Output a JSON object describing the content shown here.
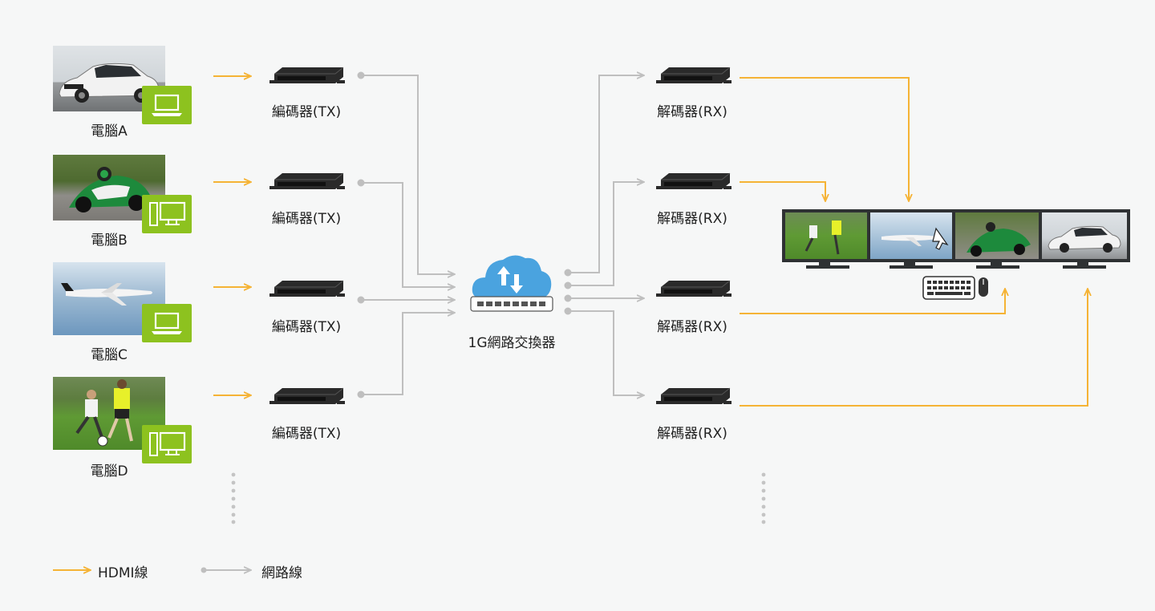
{
  "computers": [
    {
      "label": "電腦A",
      "icon": "laptop-icon"
    },
    {
      "label": "電腦B",
      "icon": "desktop-icon"
    },
    {
      "label": "電腦C",
      "icon": "laptop-icon"
    },
    {
      "label": "電腦D",
      "icon": "desktop-icon"
    }
  ],
  "encoders": [
    "編碼器(TX)",
    "編碼器(TX)",
    "編碼器(TX)",
    "編碼器(TX)"
  ],
  "switch": {
    "label": "1G網路交換器",
    "icon": "cloud-switch-icon"
  },
  "decoders": [
    "解碼器(RX)",
    "解碼器(RX)",
    "解碼器(RX)",
    "解碼器(RX)"
  ],
  "legend": {
    "hdmi": "HDMI線",
    "network": "網路線"
  },
  "colors": {
    "hdmi": "#f5b335",
    "network": "#bfbfbf",
    "accent": "#8dc21f",
    "cloud": "#4aa3df",
    "background": "#f6f7f7"
  }
}
